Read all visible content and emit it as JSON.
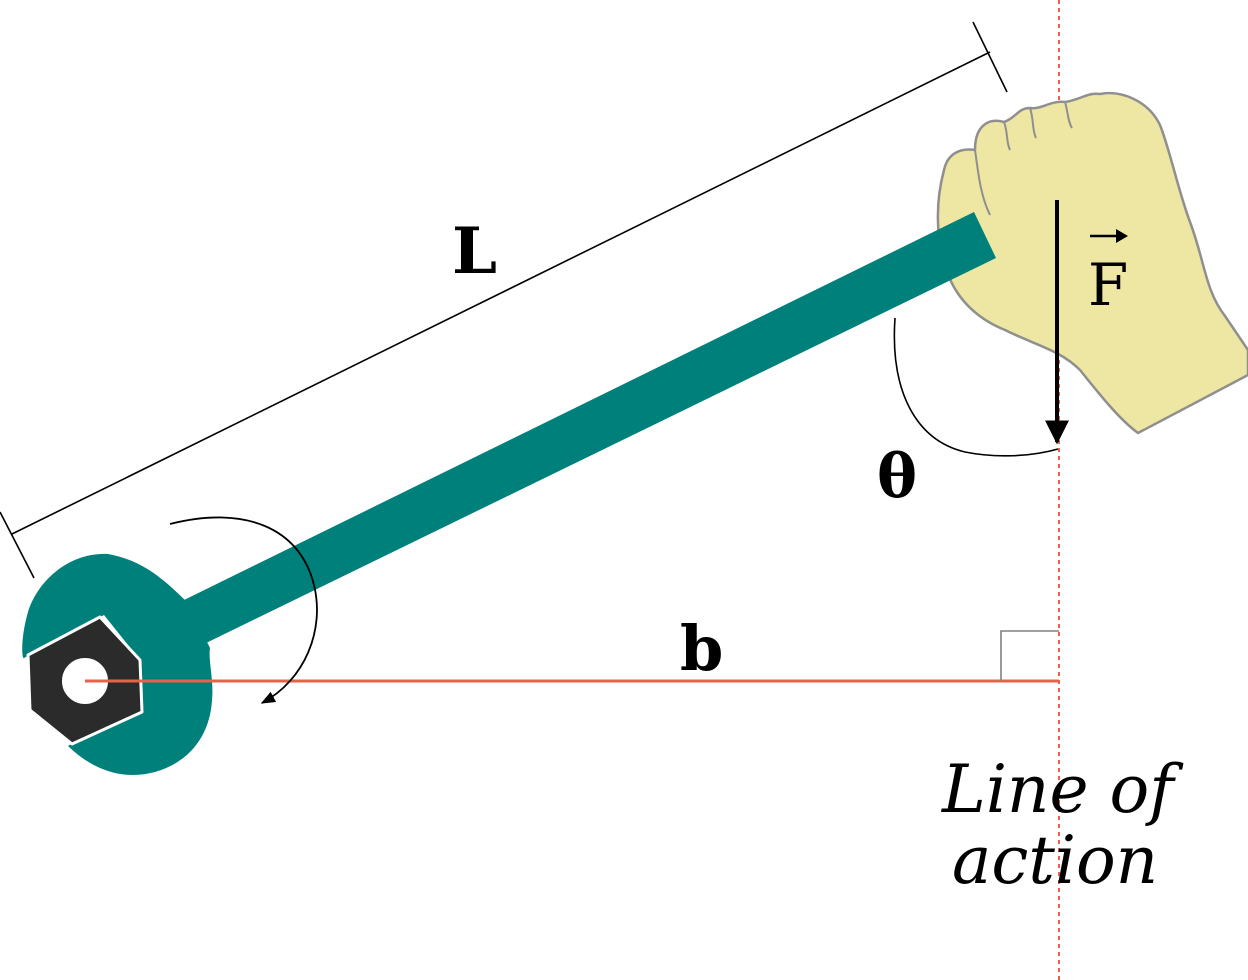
{
  "diagram": {
    "labels": {
      "length": "L",
      "force": "F",
      "angle": "θ",
      "lever_arm": "b",
      "line_of_action_line1": "Line of",
      "line_of_action_line2": "action"
    },
    "colors": {
      "wrench": "#00807a",
      "nut": "#2b2b2b",
      "hand_fill": "#ede7a3",
      "hand_outline": "#8f8f8f",
      "lever_line": "#e8614a",
      "line_of_action": "#e8614a",
      "ink": "#000000"
    },
    "icons": [
      "wrench",
      "nut",
      "hand-icon",
      "force-arrow",
      "rotation-arrow",
      "right-angle-marker"
    ]
  }
}
